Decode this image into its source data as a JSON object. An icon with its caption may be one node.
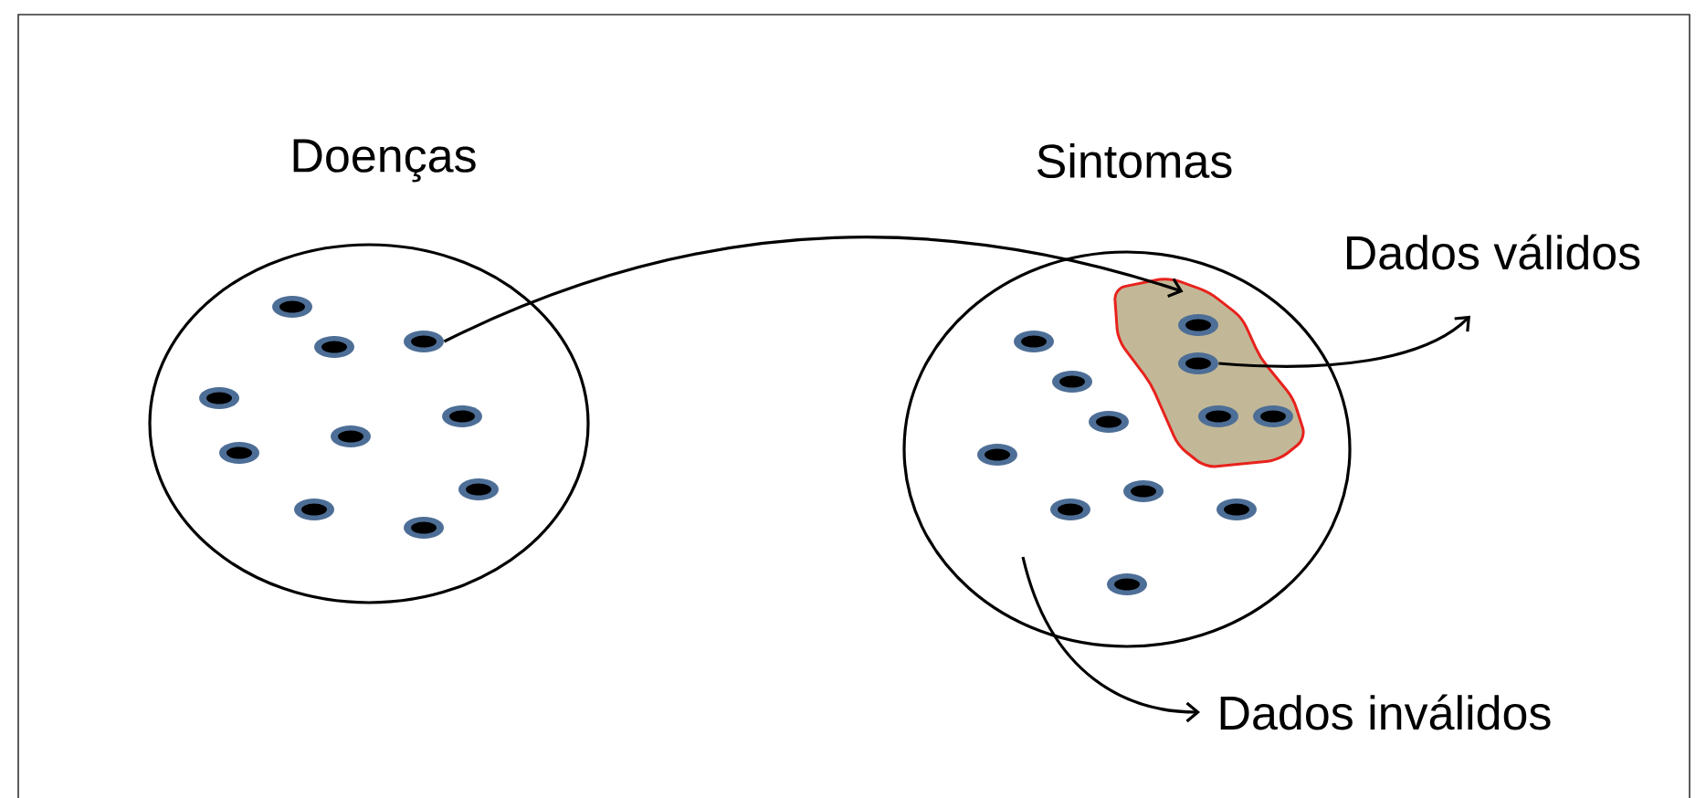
{
  "diagram": {
    "nodes": [
      {
        "text": [
          "Doenças"
        ]
      },
      {
        "text": [],
        "shape": "circle",
        "in": 0
      },
      {
        "text": [],
        "shape": "circle",
        "in": 0
      },
      {
        "text": [],
        "shape": "circle",
        "in": 0
      },
      {
        "text": [],
        "shape": "circle",
        "in": 0
      },
      {
        "text": [],
        "shape": "circle",
        "in": 0
      },
      {
        "text": [],
        "shape": "circle",
        "in": 0
      },
      {
        "text": [],
        "shape": "circle",
        "in": 0
      },
      {
        "text": [],
        "shape": "circle",
        "in": 0
      },
      {
        "text": [],
        "shape": "circle",
        "in": 0
      },
      {
        "text": [],
        "shape": "circle",
        "in": 0
      },
      {
        "text": [
          "Sintomas"
        ]
      },
      {
        "text": [],
        "shape": "blob",
        "in": 11
      },
      {
        "text": [],
        "shape": "circle",
        "in": 12
      },
      {
        "text": [],
        "shape": "circle",
        "in": 12
      },
      {
        "text": [],
        "shape": "circle",
        "in": 12
      },
      {
        "text": [],
        "shape": "circle",
        "in": 12
      },
      {
        "text": [],
        "shape": "circle",
        "in": 11
      },
      {
        "text": [],
        "shape": "circle",
        "in": 11
      },
      {
        "text": [],
        "shape": "circle",
        "in": 11
      },
      {
        "text": [],
        "shape": "circle",
        "in": 11
      },
      {
        "text": [],
        "shape": "circle",
        "in": 11
      },
      {
        "text": [],
        "shape": "circle",
        "in": 11
      },
      {
        "text": [],
        "shape": "circle",
        "in": 11
      },
      {
        "text": [],
        "shape": "circle",
        "in": 11
      },
      {
        "text": [
          "Dados válidos"
        ]
      },
      {
        "text": [
          "Dados inválidos"
        ]
      }
    ],
    "edges": [
      {
        "from": 2,
        "to": 12,
        "arrow": "to"
      },
      {
        "from": 14,
        "to": 25,
        "arrow": "to"
      },
      {
        "from": null,
        "to": 26,
        "arrow": "to"
      }
    ]
  }
}
